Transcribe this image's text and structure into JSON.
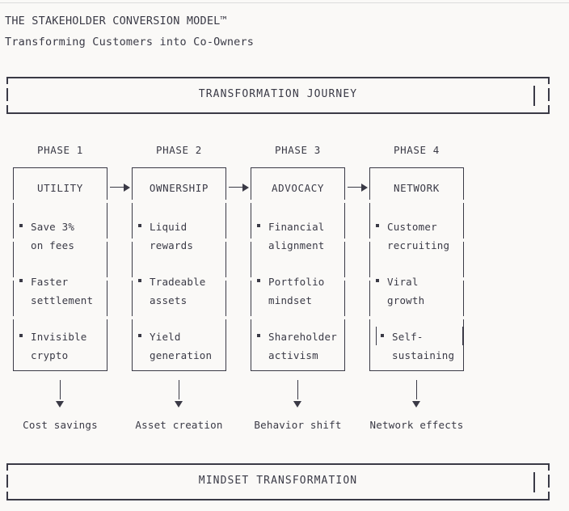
{
  "header": {
    "title": "THE STAKEHOLDER CONVERSION MODEL™",
    "subtitle": "Transforming Customers into Co-Owners"
  },
  "banners": {
    "top_label": "TRANSFORMATION JOURNEY",
    "bottom_label": "MINDSET TRANSFORMATION"
  },
  "phases": [
    {
      "phase_label": "PHASE 1",
      "card_title": "UTILITY",
      "items": [
        "Save 3%\non fees",
        "Faster\nsettlement",
        "Invisible\ncrypto"
      ],
      "outcome": "Cost savings"
    },
    {
      "phase_label": "PHASE 2",
      "card_title": "OWNERSHIP",
      "items": [
        "Liquid\nrewards",
        "Tradeable\nassets",
        "Yield\ngeneration"
      ],
      "outcome": "Asset creation"
    },
    {
      "phase_label": "PHASE 3",
      "card_title": "ADVOCACY",
      "items": [
        "Financial\nalignment",
        "Portfolio\nmindset",
        "Shareholder\nactivism"
      ],
      "outcome": "Behavior shift"
    },
    {
      "phase_label": "PHASE 4",
      "card_title": "NETWORK",
      "items": [
        "Customer\nrecruiting",
        "Viral\ngrowth",
        "Self-\nsustaining"
      ],
      "outcome": "Network effects"
    }
  ],
  "connectors": {
    "between_phases": [
      "arrow-right",
      "arrow-right",
      "arrow-right"
    ],
    "to_outcome": "arrow-down"
  },
  "colors": {
    "background": "#faf9f7",
    "ink": "#3a3a46",
    "top_rule": "#dcdcdc"
  }
}
